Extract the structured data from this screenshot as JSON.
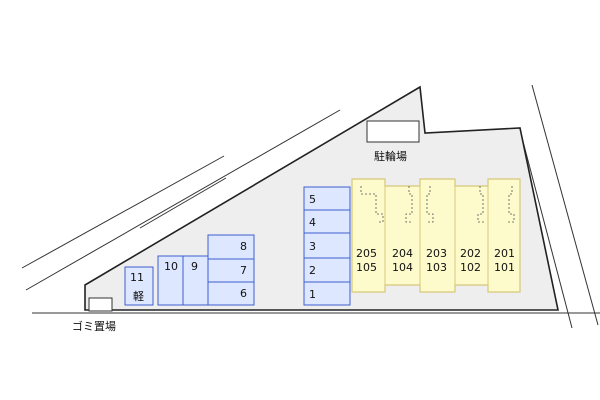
{
  "features": {
    "bicycle_parking": "駐輪場",
    "garbage_area": "ゴミ置場"
  },
  "parking": {
    "left_group": [
      "11",
      "軽",
      "10",
      "9",
      "8",
      "7",
      "6"
    ],
    "right_column": [
      "5",
      "4",
      "3",
      "2",
      "1"
    ]
  },
  "units": [
    {
      "upper": "205",
      "lower": "105"
    },
    {
      "upper": "204",
      "lower": "104"
    },
    {
      "upper": "203",
      "lower": "103"
    },
    {
      "upper": "202",
      "lower": "102"
    },
    {
      "upper": "201",
      "lower": "101"
    }
  ],
  "colors": {
    "site": "#eeeeee",
    "parking_fill": "#dde7ff",
    "parking_stroke": "#3d5ecf",
    "building_fill": "#fdfacc",
    "building_stroke": "#d8c87a"
  }
}
